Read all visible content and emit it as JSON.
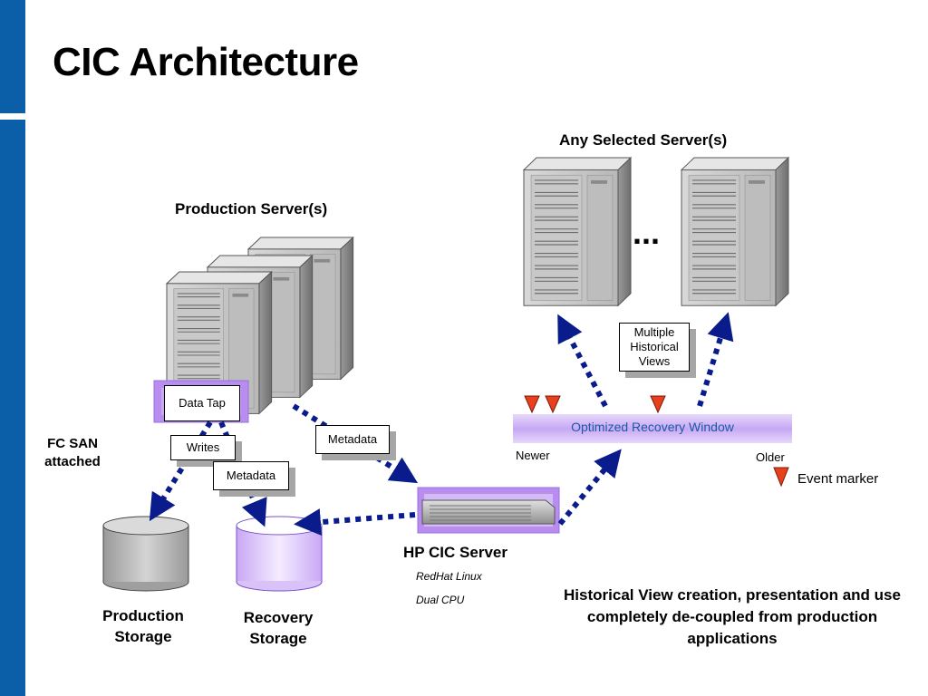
{
  "slide": {
    "title": "CIC Architecture"
  },
  "labels": {
    "any_selected_servers": "Any Selected Server(s)",
    "production_servers": "Production Server(s)",
    "ellipsis": "...",
    "multiple_historical_views": "Multiple Historical Views",
    "data_tap": "Data Tap",
    "writes": "Writes",
    "metadata_left": "Metadata",
    "metadata_right": "Metadata",
    "fc_san_attached": "FC SAN attached",
    "production_storage": "Production Storage",
    "recovery_storage": "Recovery Storage",
    "hp_cic_server": "HP CIC Server",
    "redhat_linux": "RedHat Linux",
    "dual_cpu": "Dual CPU",
    "optimized_recovery_window": "Optimized Recovery Window",
    "newer": "Newer",
    "older": "Older",
    "event_marker": "Event marker",
    "historical_view_note": "Historical View creation, presentation and use completely de-coupled from production applications"
  },
  "colors": {
    "brand_blue": "#0a5fa8",
    "arrow_navy": "#0a1c8c",
    "purple": "#b98cf0",
    "event_marker": "#e8401c"
  }
}
